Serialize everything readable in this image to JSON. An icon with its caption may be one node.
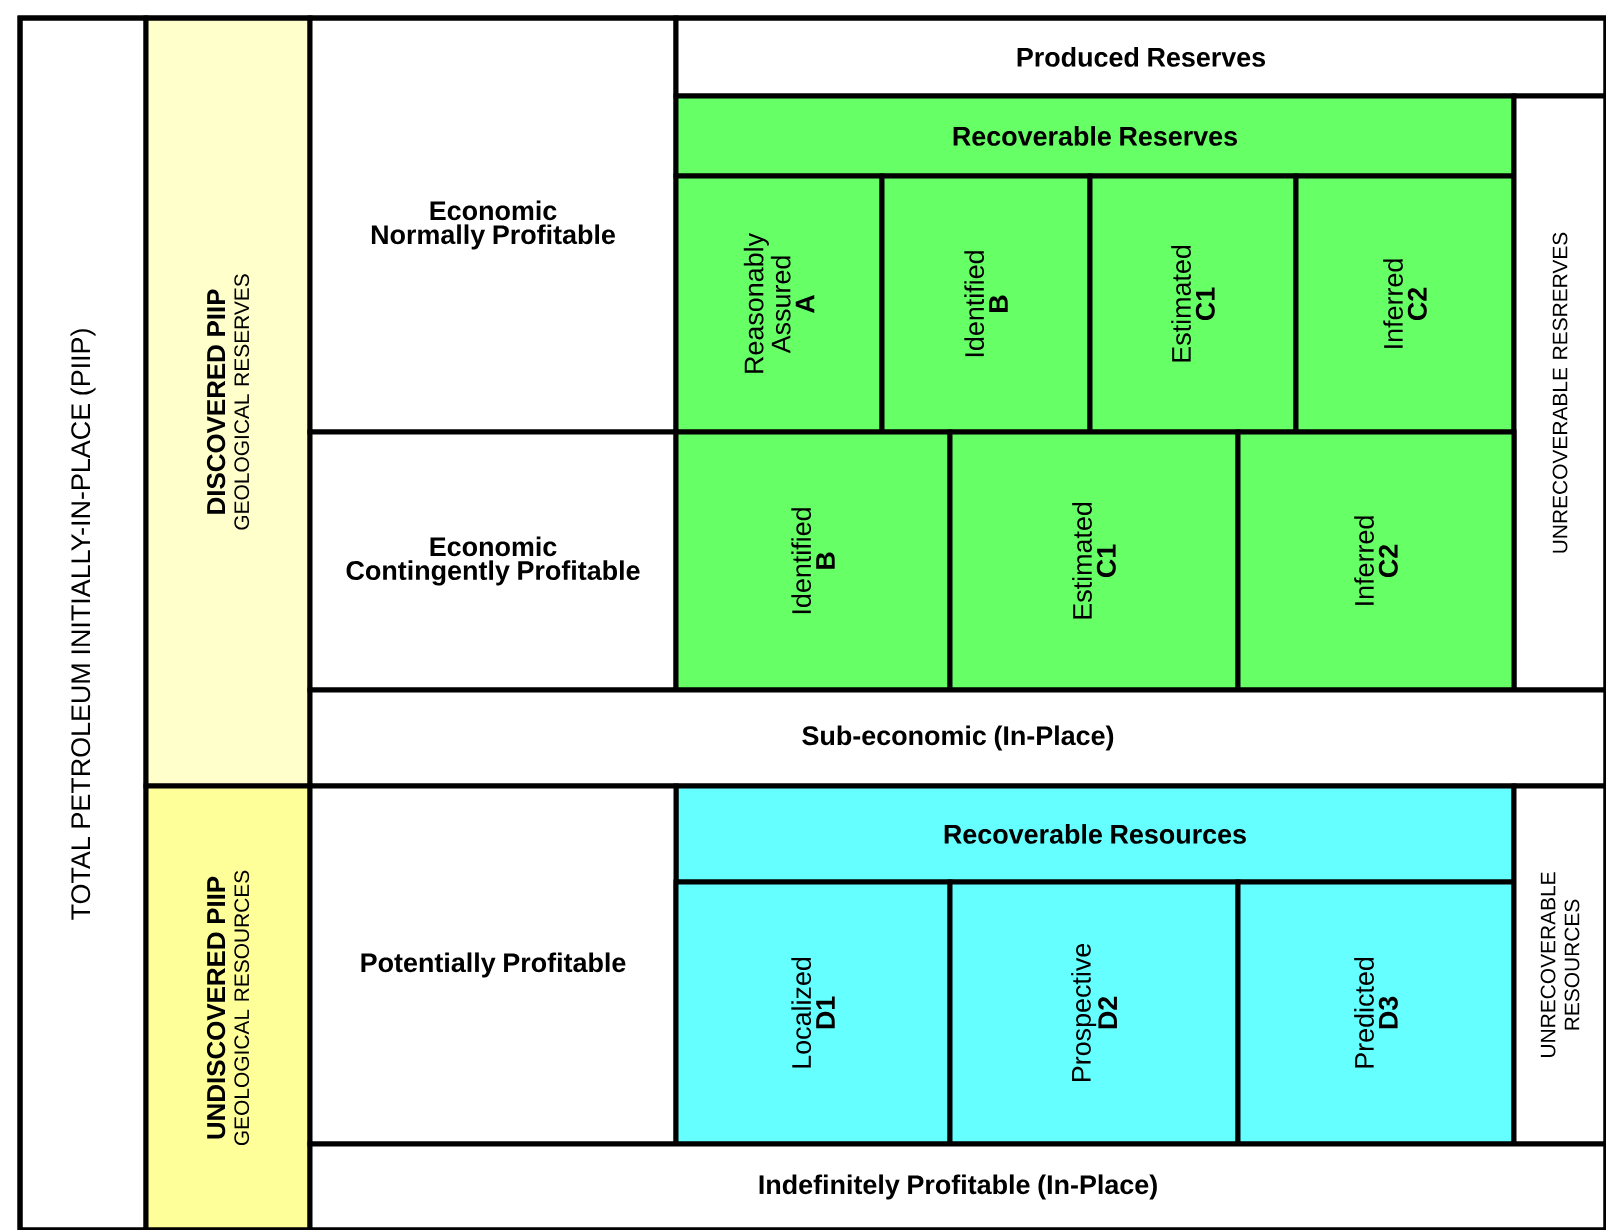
{
  "diagram": {
    "nodes": [
      {
        "text": [
          "TOTAL PETROLEUM INITIALLY-IN-PLACE (PIIP)"
        ]
      },
      {
        "text": [
          "DISCOVERED PIIP",
          "GEOLOGICAL RESERVES"
        ]
      },
      {
        "text": [
          "Economic Normally Profitable"
        ]
      },
      {
        "text": [
          "Produced Reserves"
        ]
      },
      {
        "text": [
          "Recoverable Reserves"
        ]
      },
      {
        "text": [
          "Reasonably Assured",
          "A"
        ]
      },
      {
        "text": [
          "Identified",
          "B"
        ]
      },
      {
        "text": [
          "Estimated",
          "C1"
        ]
      },
      {
        "text": [
          "Inferred",
          "C2"
        ]
      },
      {
        "text": [
          "UNRECOVERABLE  RESRERVES"
        ]
      },
      {
        "text": [
          "Economic Contingently Profitable"
        ]
      },
      {
        "text": [
          "Identified",
          "B"
        ]
      },
      {
        "text": [
          "Estimated",
          "C1"
        ]
      },
      {
        "text": [
          "Inferred",
          "C2"
        ]
      },
      {
        "text": [
          "Sub-economic (In-Place)"
        ]
      },
      {
        "text": [
          "UNDISCOVERED PIIP",
          "GEOLOGICAL RESOURCES"
        ]
      },
      {
        "text": [
          "Recoverable Resources"
        ]
      },
      {
        "text": [
          "Potentially Profitable"
        ]
      },
      {
        "text": [
          "Localized",
          "D1"
        ]
      },
      {
        "text": [
          "Prospective",
          "D2"
        ]
      },
      {
        "text": [
          "Predicted",
          "D3"
        ]
      },
      {
        "text": [
          "UNRECOVERABLE RESOURCES"
        ]
      },
      {
        "text": [
          "Indefinitely Profitable (In-Place)"
        ]
      }
    ]
  }
}
